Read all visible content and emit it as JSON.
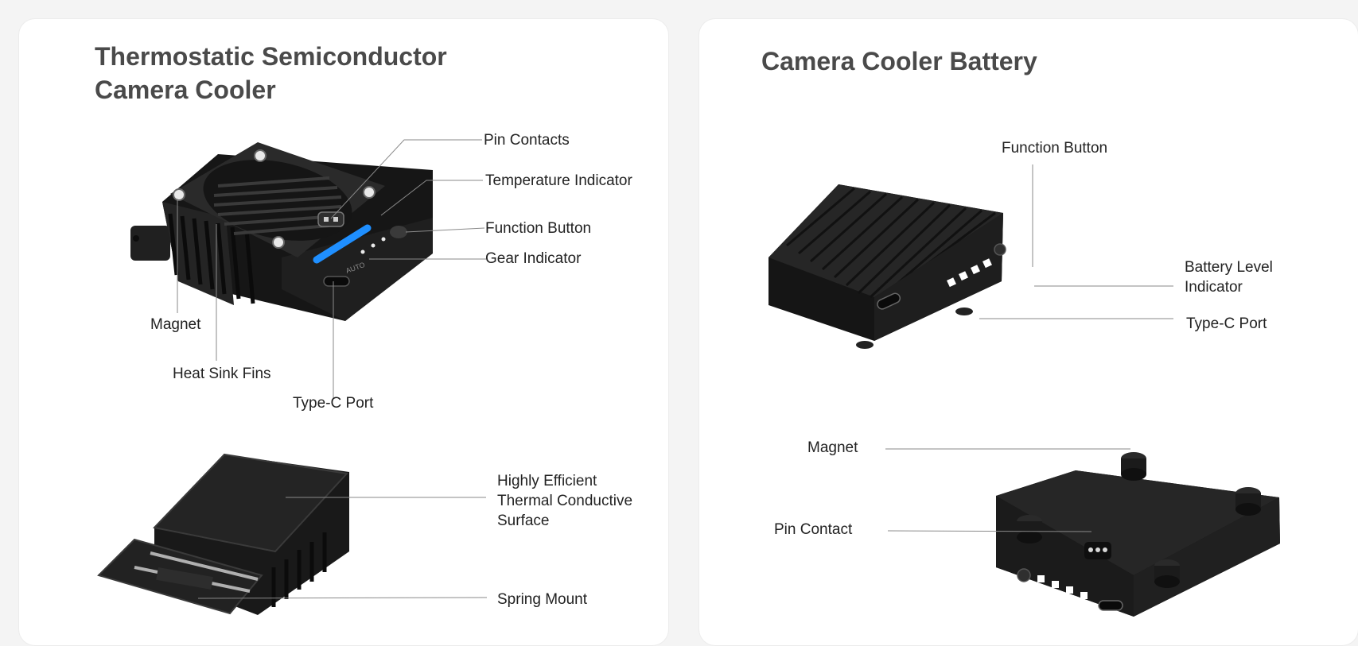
{
  "cooler_card": {
    "title_line1": "Thermostatic Semiconductor",
    "title_line2": "Camera Cooler",
    "labels": {
      "pin_contacts": "Pin Contacts",
      "temperature_indicator": "Temperature Indicator",
      "function_button": "Function Button",
      "gear_indicator": "Gear Indicator",
      "magnet": "Magnet",
      "heat_sink_fins": "Heat Sink Fins",
      "type_c_port": "Type-C Port",
      "thermal_surface": [
        "Highly Efficient",
        "Thermal Conductive",
        "Surface"
      ],
      "spring_mount": "Spring Mount"
    },
    "device_text": {
      "auto": "AUTO"
    }
  },
  "battery_card": {
    "title": "Camera Cooler Battery",
    "labels": {
      "function_button": "Function Button",
      "battery_level": [
        "Battery Level",
        "Indicator"
      ],
      "type_c_port": "Type-C Port",
      "magnet": "Magnet",
      "pin_contact": "Pin Contact"
    }
  },
  "colors": {
    "card_bg": "#ffffff",
    "page_bg": "#f4f4f4",
    "title": "#4a4a4a",
    "device_body": "#1c1c1c",
    "led_blue": "#1f8fff",
    "leader_line": "#8a8a8a"
  }
}
